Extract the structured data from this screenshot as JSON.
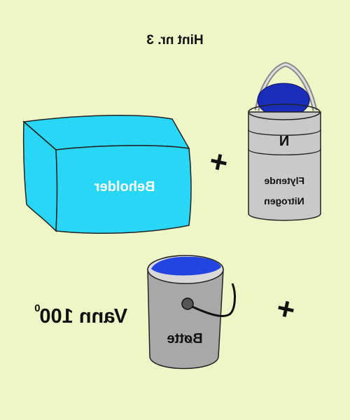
{
  "hint": {
    "title": "Hint nr. 3"
  },
  "container": {
    "label": "Beholder",
    "color": "#29d6f5"
  },
  "nitrogen_can": {
    "symbol": "N",
    "label_line1": "Flytende",
    "label_line2": "Nitrogen",
    "body_color": "#c9c9c9",
    "contents_color": "#1a2db8"
  },
  "bucket": {
    "label": "Bøtte",
    "body_color": "#a8a8a8",
    "water_color": "#2244e0"
  },
  "water": {
    "label": "Vann 100",
    "superscript": "0"
  },
  "operators": {
    "plus_top": "+",
    "plus_bottom": "+"
  }
}
